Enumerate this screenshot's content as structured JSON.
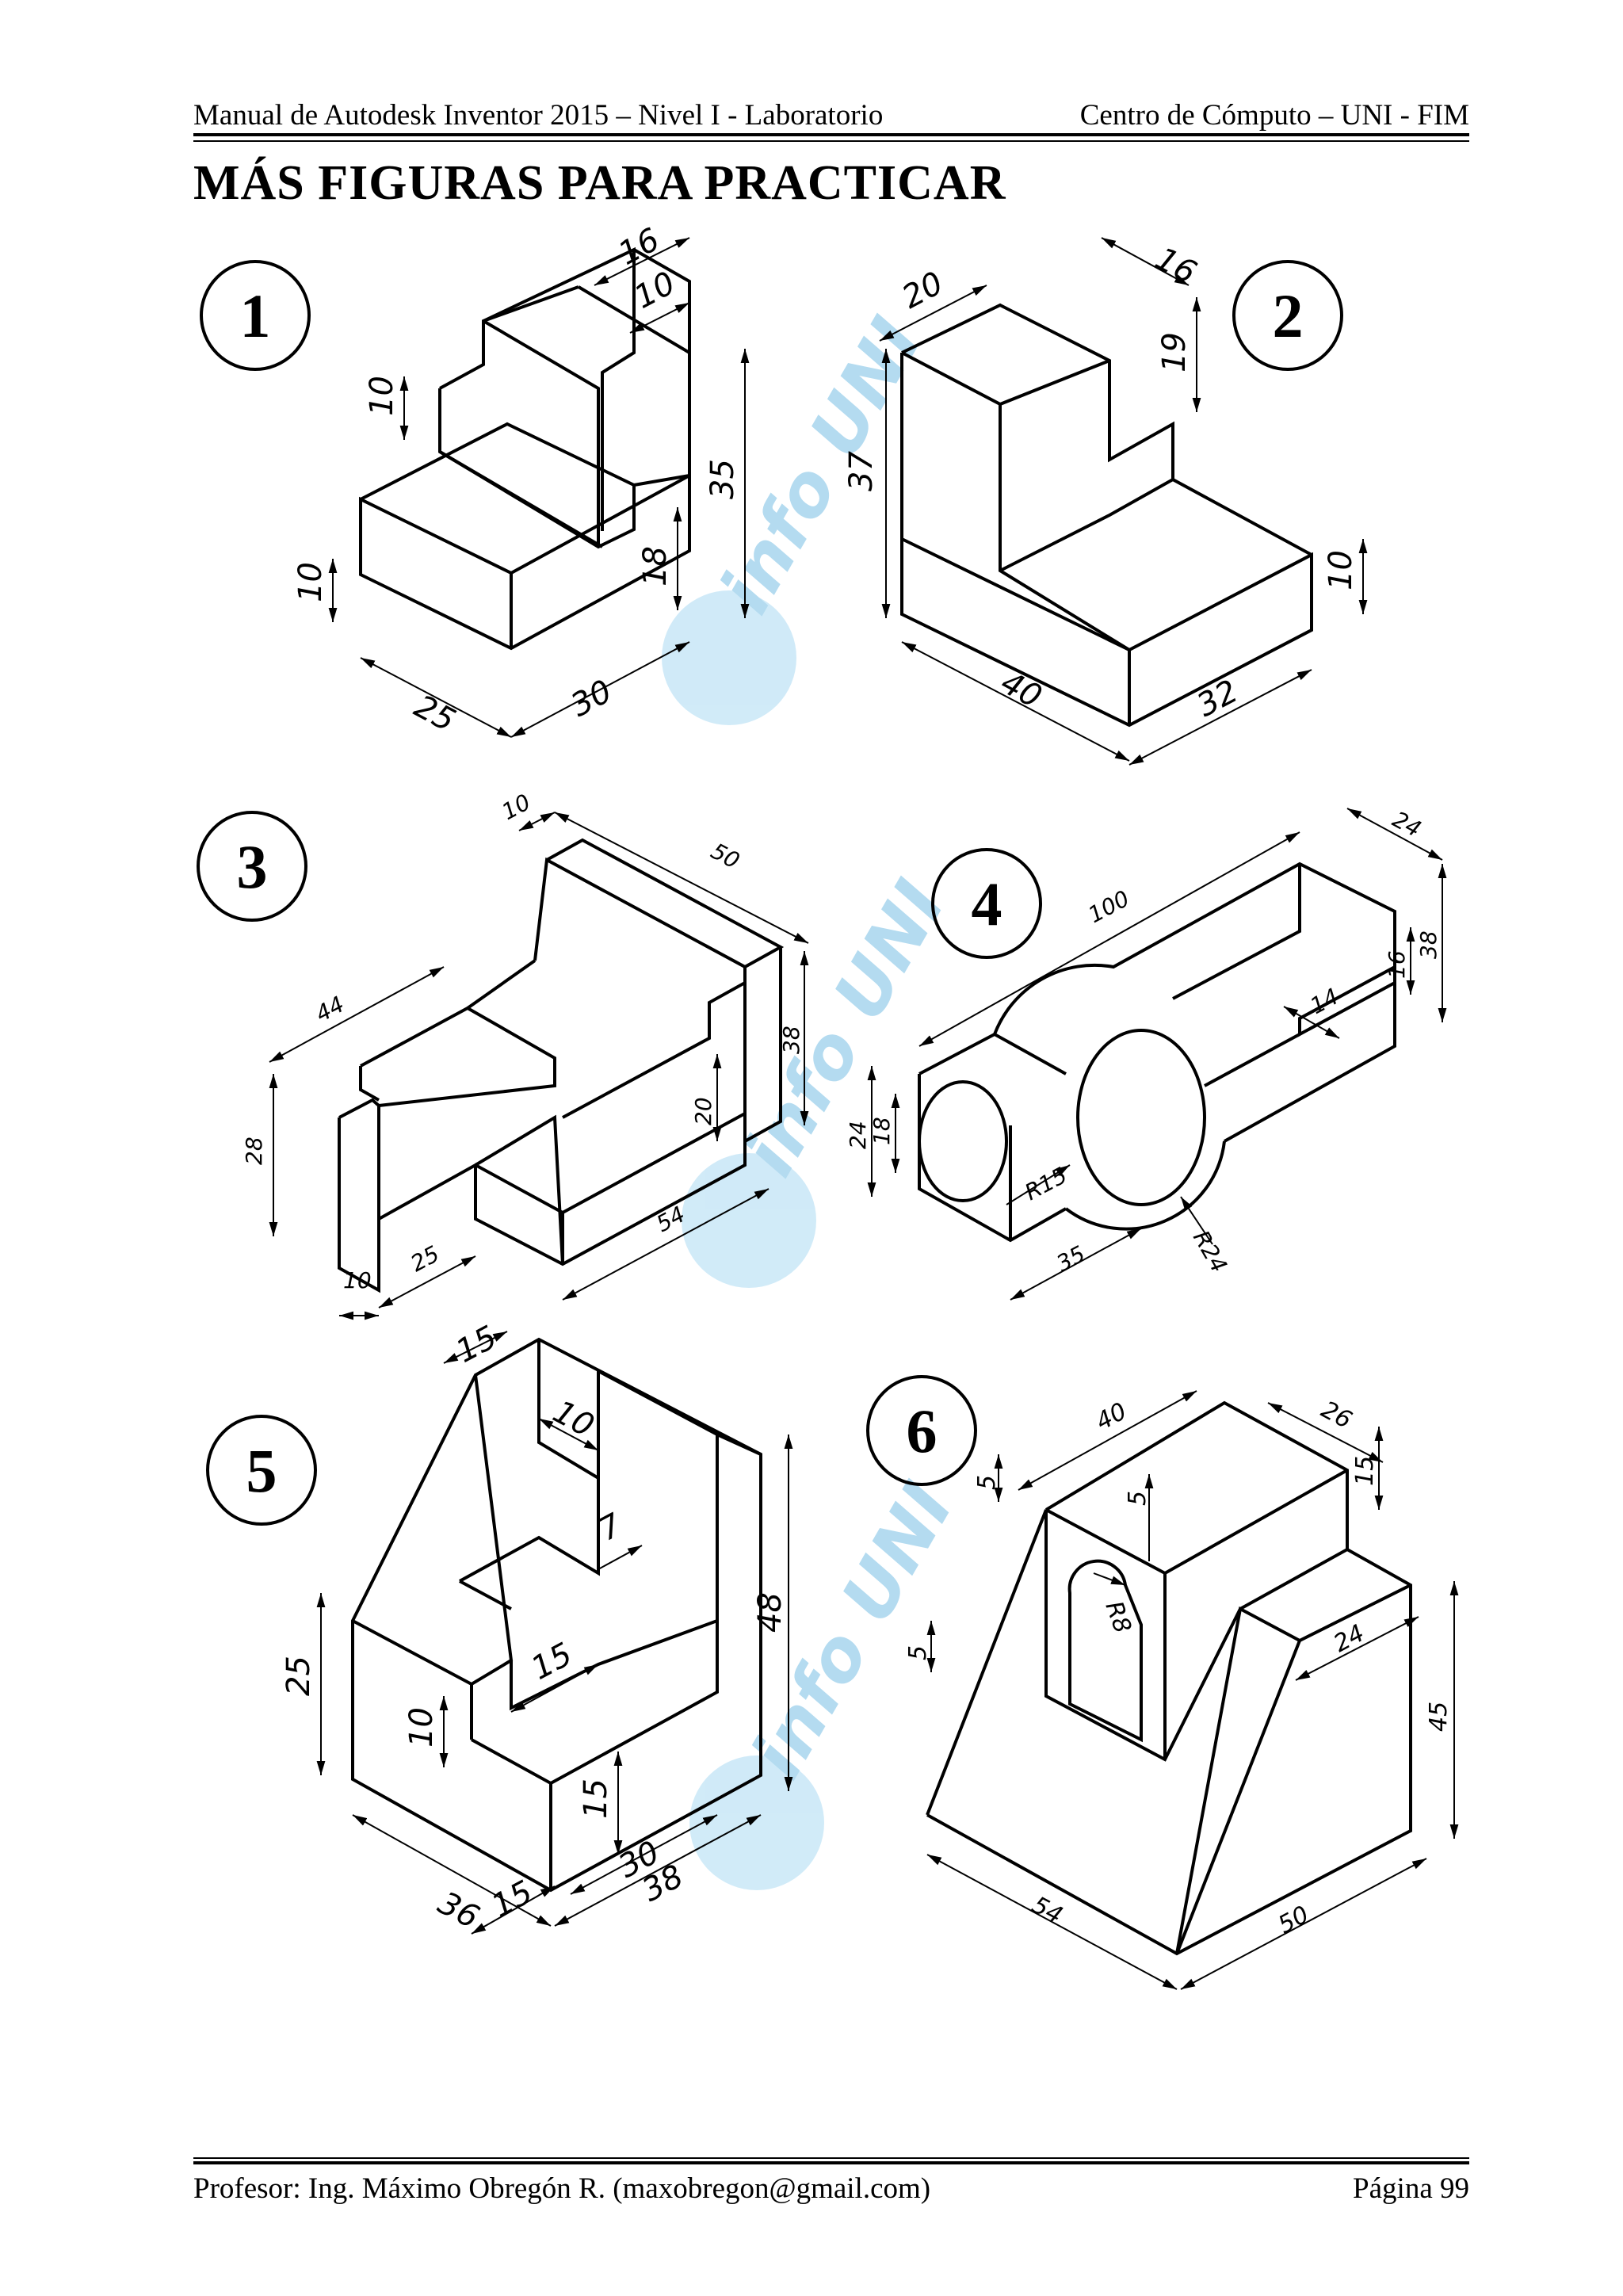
{
  "header": {
    "left": "Manual de Autodesk Inventor 2015 – Nivel I - Laboratorio",
    "right": "Centro de Cómputo – UNI - FIM"
  },
  "title": "MÁS FIGURAS PARA PRACTICAR",
  "figures": [
    {
      "number": "1",
      "dims": [
        "16",
        "10",
        "10",
        "35",
        "10",
        "18",
        "25",
        "30"
      ]
    },
    {
      "number": "2",
      "dims": [
        "20",
        "16",
        "19",
        "37",
        "10",
        "40",
        "32"
      ]
    },
    {
      "number": "3",
      "dims": [
        "10",
        "50",
        "44",
        "38",
        "28",
        "20",
        "54",
        "25",
        "10"
      ]
    },
    {
      "number": "4",
      "dims": [
        "100",
        "24",
        "38",
        "16",
        "14",
        "24",
        "18",
        "R15",
        "35",
        "R24"
      ]
    },
    {
      "number": "5",
      "dims": [
        "15",
        "10",
        "7",
        "48",
        "25",
        "15",
        "10",
        "15",
        "30",
        "36",
        "15",
        "38"
      ]
    },
    {
      "number": "6",
      "dims": [
        "40",
        "26",
        "5",
        "5",
        "15",
        "R8",
        "5",
        "24",
        "45",
        "54",
        "50"
      ]
    }
  ],
  "watermark": "info UNI",
  "footer": {
    "left": "Profesor: Ing. Máximo Obregón R. (maxobregon@gmail.com)",
    "right": "Página 99"
  }
}
